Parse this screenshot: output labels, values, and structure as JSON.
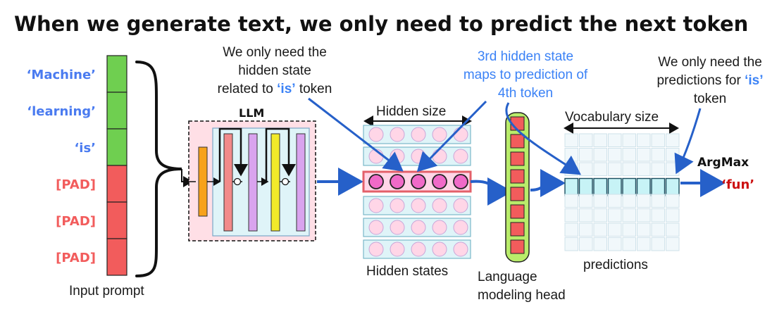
{
  "title": "When we generate text, we only need to predict the next token",
  "input": {
    "tokens": [
      "‘Machine’",
      "‘learning’",
      "‘is’",
      "[PAD]",
      "[PAD]",
      "[PAD]"
    ],
    "label": "Input prompt"
  },
  "llm": {
    "label": "LLM"
  },
  "hidden_states": {
    "size_label": "Hidden size",
    "label": "Hidden states"
  },
  "lm_head": {
    "label_line1": "Language",
    "label_line2": "modeling head"
  },
  "predictions": {
    "size_label": "Vocabulary size",
    "label": "predictions"
  },
  "output": {
    "argmax_label": "ArgMax",
    "token": "‘fun’"
  },
  "annotations": {
    "hidden_note": {
      "line1": "We only need the",
      "line2": "hidden state",
      "line3_prefix": "related to ",
      "line3_token": "‘is’",
      "line3_suffix": " token"
    },
    "third_state_note": {
      "line1": "3rd hidden state",
      "line2": "maps to prediction of",
      "line3": "4th token"
    },
    "predictions_note": {
      "line1": "We only need the",
      "line2_prefix": "predictions for ",
      "line2_token": "‘is’",
      "line3": "token"
    }
  },
  "colors": {
    "green": "#6fcf50",
    "red": "#f25c5c",
    "blue_text": "#3b82f6",
    "arrow_blue": "#2660c9",
    "dark_red": "#cc1111",
    "pink": "#ffd6e7",
    "light_blue": "#dff4f8",
    "magenta": "#f06ac8",
    "cyan": "#c7f3f6"
  }
}
